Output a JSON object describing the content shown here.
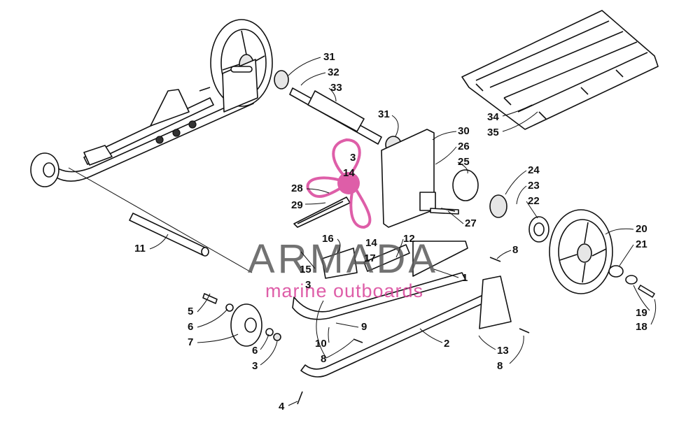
{
  "watermark": {
    "brand": "ARMADA",
    "tagline": "marine outboards",
    "brand_color": "#5a5a5a",
    "logo_color": "#d9439a"
  },
  "callouts": [
    {
      "id": "c31a",
      "text": "31"
    },
    {
      "id": "c32",
      "text": "32"
    },
    {
      "id": "c33",
      "text": "33"
    },
    {
      "id": "c31b",
      "text": "31"
    },
    {
      "id": "c30",
      "text": "30"
    },
    {
      "id": "c26",
      "text": "26"
    },
    {
      "id": "c25",
      "text": "25"
    },
    {
      "id": "c3a",
      "text": "3"
    },
    {
      "id": "c14a",
      "text": "14"
    },
    {
      "id": "c28",
      "text": "28"
    },
    {
      "id": "c29",
      "text": "29"
    },
    {
      "id": "c27",
      "text": "27"
    },
    {
      "id": "c24",
      "text": "24"
    },
    {
      "id": "c23",
      "text": "23"
    },
    {
      "id": "c22",
      "text": "22"
    },
    {
      "id": "c20",
      "text": "20"
    },
    {
      "id": "c21",
      "text": "21"
    },
    {
      "id": "c19",
      "text": "19"
    },
    {
      "id": "c18",
      "text": "18"
    },
    {
      "id": "c34",
      "text": "34"
    },
    {
      "id": "c35",
      "text": "35"
    },
    {
      "id": "c11",
      "text": "11"
    },
    {
      "id": "c16",
      "text": "16"
    },
    {
      "id": "c15",
      "text": "15"
    },
    {
      "id": "c14b",
      "text": "14"
    },
    {
      "id": "c17",
      "text": "17"
    },
    {
      "id": "c12",
      "text": "12"
    },
    {
      "id": "c8a",
      "text": "8"
    },
    {
      "id": "c1",
      "text": "1"
    },
    {
      "id": "c3b",
      "text": "3"
    },
    {
      "id": "c5",
      "text": "5"
    },
    {
      "id": "c6a",
      "text": "6"
    },
    {
      "id": "c7",
      "text": "7"
    },
    {
      "id": "c6b",
      "text": "6"
    },
    {
      "id": "c3c",
      "text": "3"
    },
    {
      "id": "c9",
      "text": "9"
    },
    {
      "id": "c10",
      "text": "10"
    },
    {
      "id": "c8b",
      "text": "8"
    },
    {
      "id": "c2",
      "text": "2"
    },
    {
      "id": "c13",
      "text": "13"
    },
    {
      "id": "c8c",
      "text": "8"
    },
    {
      "id": "c4",
      "text": "4"
    }
  ]
}
